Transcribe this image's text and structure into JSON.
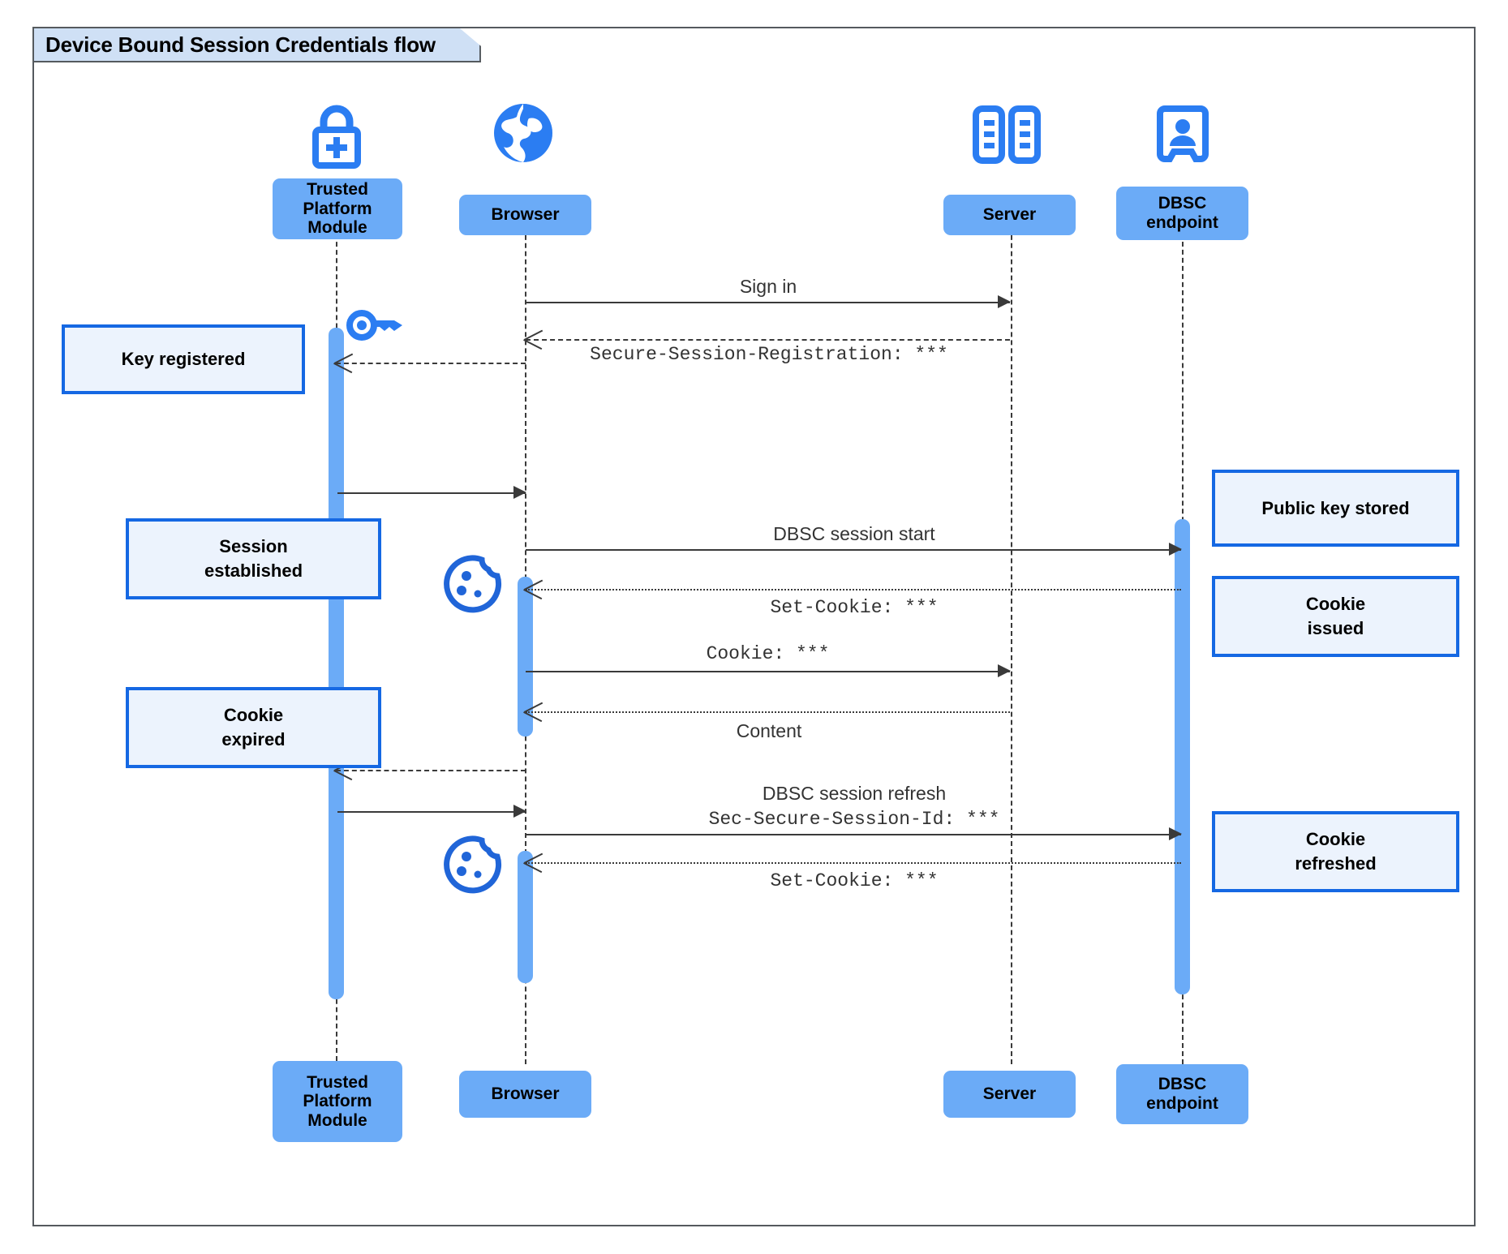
{
  "diagram": {
    "title": "Device Bound Session Credentials flow",
    "type": "uml-sequence-diagram",
    "colors": {
      "participant_fill": "#6BABF7",
      "activation_fill": "#6BABF7",
      "note_fill": "#ECF3FD",
      "note_border": "#1568E3",
      "icon_blue": "#2B7DF2",
      "frame_border": "#555A5E",
      "frame_tab_fill": "#CFE0F5",
      "line": "#3A3A3A"
    }
  },
  "participants": [
    {
      "id": "tpm",
      "label": "Trusted\nPlatform\nModule",
      "icon": "lock-plus-icon"
    },
    {
      "id": "browser",
      "label": "Browser",
      "icon": "globe-icon"
    },
    {
      "id": "server",
      "label": "Server",
      "icon": "server-rack-icon"
    },
    {
      "id": "dbsc",
      "label": "DBSC\nendpoint",
      "icon": "id-badge-icon"
    }
  ],
  "participants_bottom": [
    {
      "id": "tpm",
      "label": "Trusted\nPlatform\nModule"
    },
    {
      "id": "browser",
      "label": "Browser"
    },
    {
      "id": "server",
      "label": "Server"
    },
    {
      "id": "dbsc",
      "label": "DBSC\nendpoint"
    }
  ],
  "messages": [
    {
      "id": "m1",
      "from": "browser",
      "to": "server",
      "label": "Sign in",
      "style": "solid",
      "font": "sans"
    },
    {
      "id": "m2",
      "from": "server",
      "to": "browser",
      "label": "Secure-Session-Registration: ***",
      "style": "dashed",
      "font": "mono"
    },
    {
      "id": "m3",
      "from": "browser",
      "to": "tpm",
      "label": "",
      "style": "dashed",
      "font": "mono"
    },
    {
      "id": "m4",
      "from": "tpm",
      "to": "browser",
      "label": "",
      "style": "solid",
      "font": "sans"
    },
    {
      "id": "m5",
      "from": "browser",
      "to": "dbsc",
      "label": "DBSC session start",
      "style": "solid",
      "font": "sans"
    },
    {
      "id": "m6",
      "from": "dbsc",
      "to": "browser",
      "label": "Set-Cookie: ***",
      "style": "dotted",
      "font": "mono"
    },
    {
      "id": "m7",
      "from": "browser",
      "to": "server",
      "label": "Cookie: ***",
      "style": "solid",
      "font": "mono"
    },
    {
      "id": "m8",
      "from": "server",
      "to": "browser",
      "label": "Content",
      "style": "dotted",
      "font": "sans"
    },
    {
      "id": "m9",
      "from": "browser",
      "to": "tpm",
      "label": "",
      "style": "dashed",
      "font": "mono"
    },
    {
      "id": "m10",
      "from": "tpm",
      "to": "browser",
      "label": "",
      "style": "solid",
      "font": "sans"
    },
    {
      "id": "m11",
      "from": "browser",
      "to": "dbsc",
      "label_line1": "DBSC session refresh",
      "label_line2": "Sec-Secure-Session-Id: ***",
      "style": "solid",
      "font": "mixed"
    },
    {
      "id": "m12",
      "from": "dbsc",
      "to": "browser",
      "label": "Set-Cookie: ***",
      "style": "dotted",
      "font": "mono"
    }
  ],
  "notes": [
    {
      "id": "n1",
      "text": "Key registered",
      "side": "left",
      "attached_to": "tpm"
    },
    {
      "id": "n2",
      "text": "Session\nestablished",
      "side": "left",
      "attached_to": "tpm"
    },
    {
      "id": "n3",
      "text": "Cookie\nexpired",
      "side": "left",
      "attached_to": "tpm"
    },
    {
      "id": "n4",
      "text": "Public key stored",
      "side": "right",
      "attached_to": "dbsc"
    },
    {
      "id": "n5",
      "text": "Cookie\nissued",
      "side": "right",
      "attached_to": "dbsc"
    },
    {
      "id": "n6",
      "text": "Cookie\nrefreshed",
      "side": "right",
      "attached_to": "dbsc"
    }
  ],
  "inline_icons": [
    {
      "id": "key1",
      "name": "key-icon",
      "near": "tpm"
    },
    {
      "id": "cookie1",
      "name": "cookie-icon",
      "near": "browser"
    },
    {
      "id": "cookie2",
      "name": "cookie-icon",
      "near": "browser"
    }
  ]
}
